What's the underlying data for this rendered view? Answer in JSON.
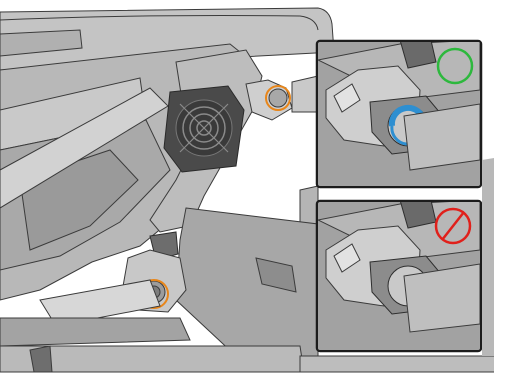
{
  "figure": {
    "alt": "",
    "highlight_color": "#e8861a",
    "ok_color": "#2db83d",
    "no_color": "#e0201b",
    "palette": {
      "base": "#b9b9b9",
      "light": "#d3d3d3",
      "mid": "#a6a6a6",
      "dark": "#7f7f7f",
      "darker": "#5c5c5c",
      "outline": "#3b3b3b",
      "blue": "#2e8fd1"
    }
  },
  "insets": [
    {
      "name": "correct-mounting",
      "status": "ok",
      "status_icon": "green-circle-icon"
    },
    {
      "name": "incorrect-mounting",
      "status": "not-allowed",
      "status_icon": "red-prohibited-icon"
    }
  ]
}
